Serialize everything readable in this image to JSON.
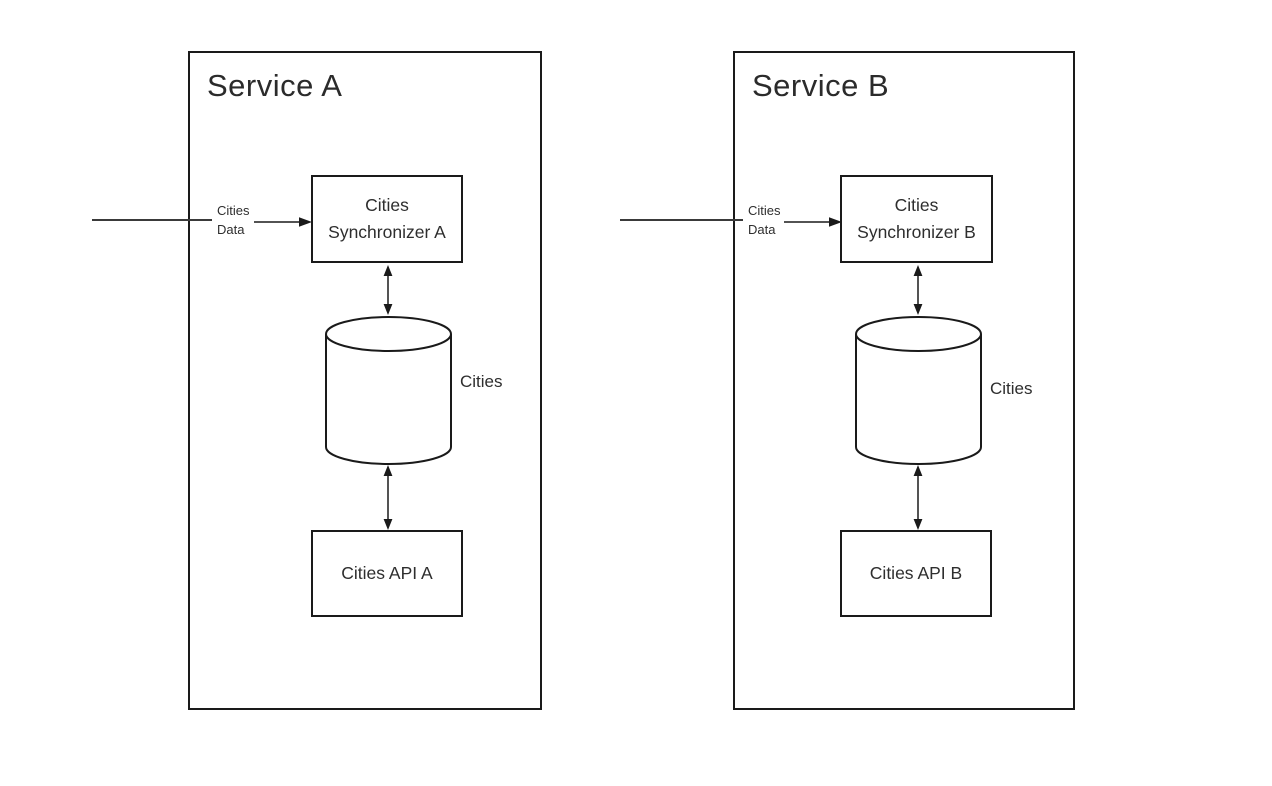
{
  "colors": {
    "line": "#1a1a1a",
    "text": "#2e2e2e",
    "background": "#ffffff"
  },
  "services": [
    {
      "title": "Service A",
      "input_label": {
        "line1": "Cities",
        "line2": "Data"
      },
      "synchronizer": {
        "line1": "Cities",
        "line2": "Synchronizer A"
      },
      "database_label": "Cities",
      "api_label": "Cities API A"
    },
    {
      "title": "Service B",
      "input_label": {
        "line1": "Cities",
        "line2": "Data"
      },
      "synchronizer": {
        "line1": "Cities",
        "line2": "Synchronizer B"
      },
      "database_label": "Cities",
      "api_label": "Cities API B"
    }
  ]
}
